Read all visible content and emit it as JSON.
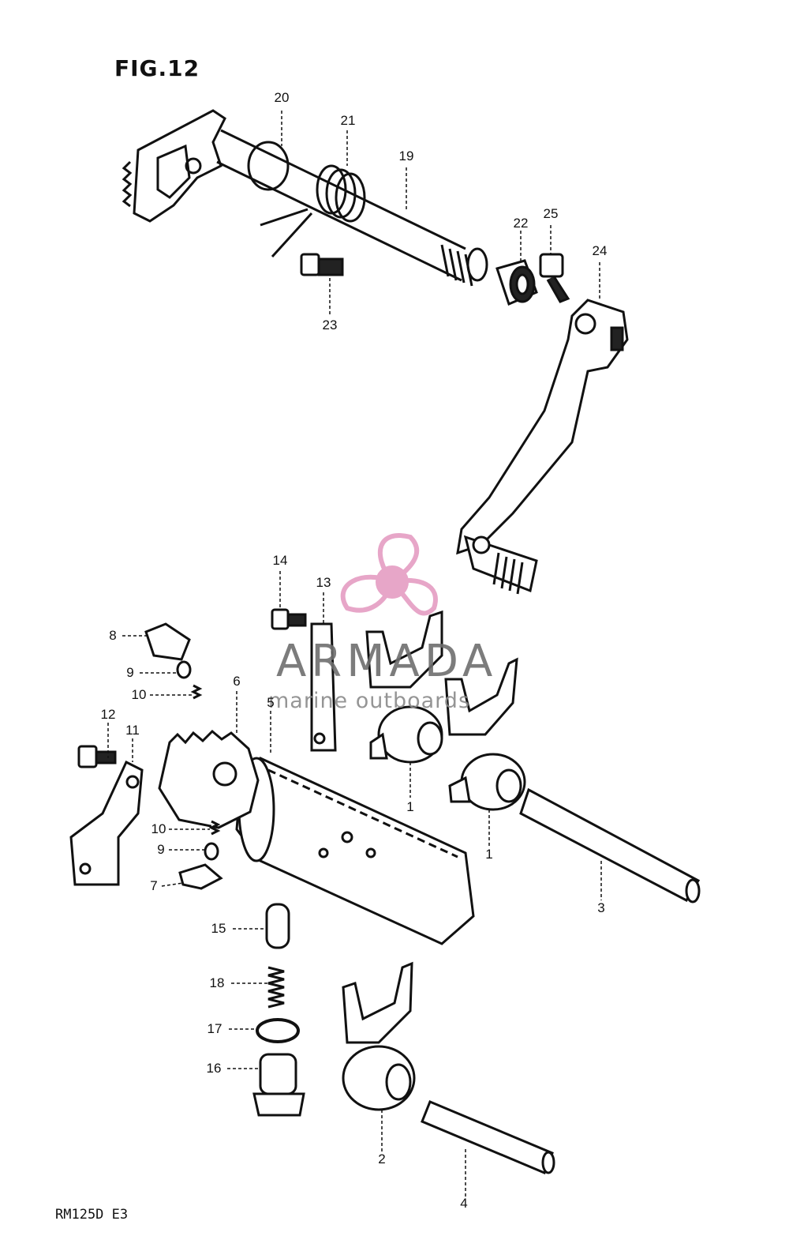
{
  "figure": {
    "title": "FIG.12",
    "model_code": "RM125D E3"
  },
  "watermark": {
    "brand": "ARMADA",
    "tagline": "marine outboards",
    "logo_icon": "propeller-icon",
    "logo_color": "#e7a6c8",
    "text_color": "#6e6e6e"
  },
  "part_labels": [
    {
      "id": "20"
    },
    {
      "id": "21"
    },
    {
      "id": "19"
    },
    {
      "id": "22"
    },
    {
      "id": "25"
    },
    {
      "id": "24"
    },
    {
      "id": "23"
    },
    {
      "id": "14"
    },
    {
      "id": "13"
    },
    {
      "id": "8"
    },
    {
      "id": "9"
    },
    {
      "id": "10"
    },
    {
      "id": "6"
    },
    {
      "id": "5"
    },
    {
      "id": "12"
    },
    {
      "id": "11"
    },
    {
      "id": "10"
    },
    {
      "id": "9"
    },
    {
      "id": "7"
    },
    {
      "id": "1"
    },
    {
      "id": "1"
    },
    {
      "id": "3"
    },
    {
      "id": "15"
    },
    {
      "id": "18"
    },
    {
      "id": "17"
    },
    {
      "id": "16"
    },
    {
      "id": "2"
    },
    {
      "id": "4"
    }
  ]
}
